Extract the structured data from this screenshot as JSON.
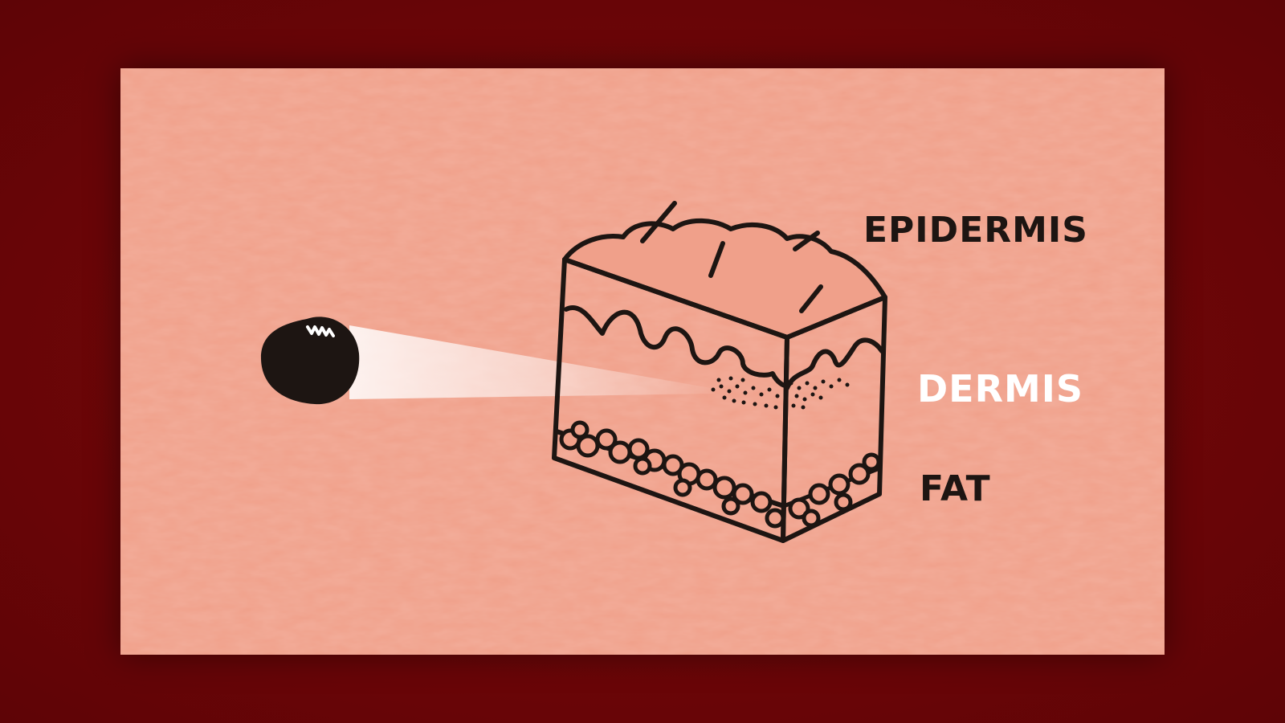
{
  "diagram": {
    "labels": {
      "epidermis": "EPIDERMIS",
      "dermis": "DERMIS",
      "fat": "FAT"
    },
    "colors": {
      "background": "#6e0709",
      "panel": "#f0a08a",
      "ink": "#1d1512",
      "highlight_label": "#ffffff"
    },
    "icons": [
      "dark-particle-icon",
      "skin-cross-section-icon"
    ]
  }
}
